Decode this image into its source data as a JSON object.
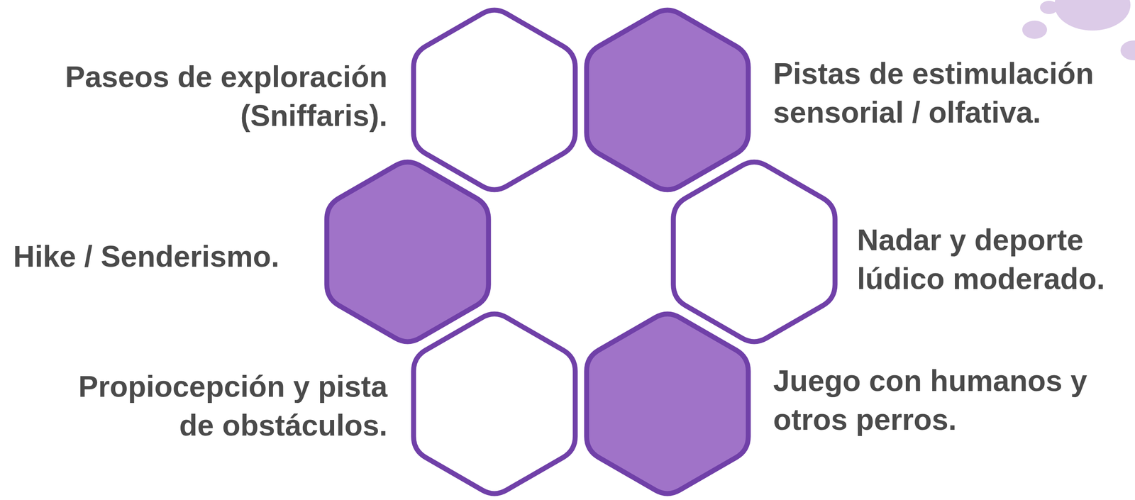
{
  "diagram": {
    "labels": [
      "Paseos de exploración (Sniffaris).",
      "Pistas de estimulación sensorial / olfativa.",
      "Hike / Senderismo.",
      "Nadar y deporte lúdico moderado.",
      "Propiocepción y pista de obstáculos.",
      "Juego con humanos y otros perros."
    ]
  }
}
